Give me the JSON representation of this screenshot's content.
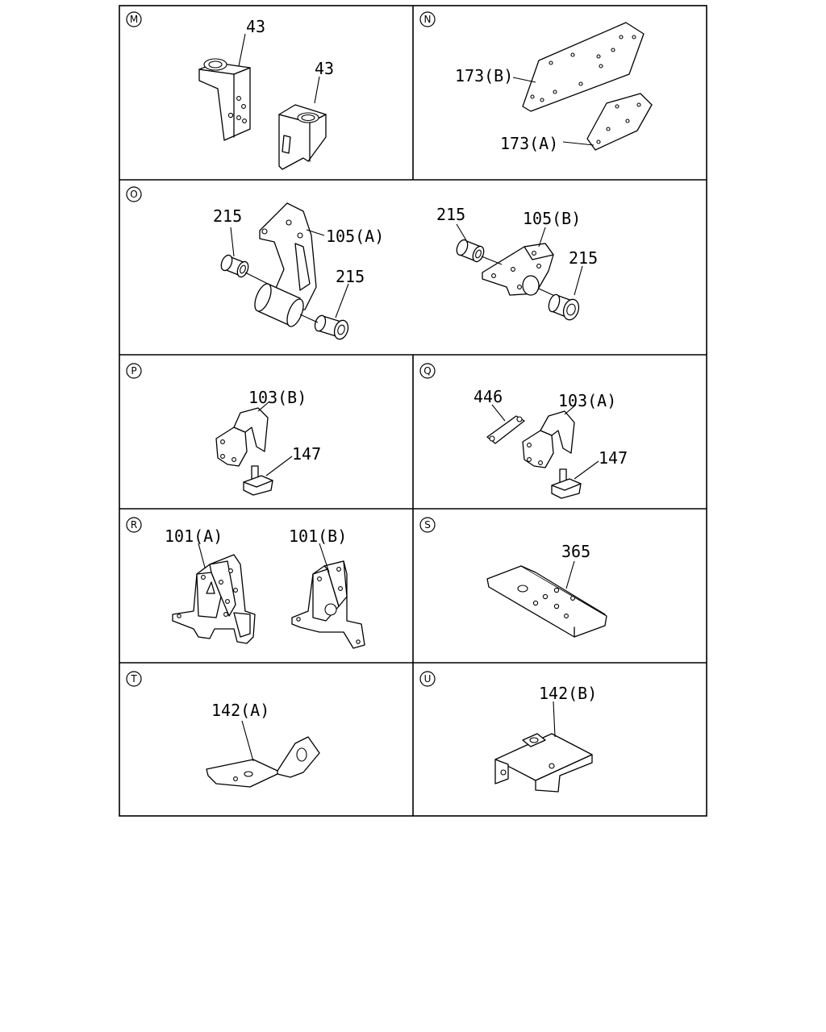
{
  "panels": {
    "M": {
      "mark": "M",
      "labels": [
        "43",
        "43"
      ]
    },
    "N": {
      "mark": "N",
      "labels": [
        "173(B)",
        "173(A)"
      ]
    },
    "O": {
      "mark": "O",
      "labels": [
        "215",
        "105(A)",
        "215",
        "215",
        "105(B)",
        "215"
      ]
    },
    "P": {
      "mark": "P",
      "labels": [
        "103(B)",
        "147"
      ]
    },
    "Q": {
      "mark": "Q",
      "labels": [
        "446",
        "103(A)",
        "147"
      ]
    },
    "R": {
      "mark": "R",
      "labels": [
        "101(A)",
        "101(B)"
      ]
    },
    "S": {
      "mark": "S",
      "labels": [
        "365"
      ]
    },
    "T": {
      "mark": "T",
      "labels": [
        "142(A)"
      ]
    },
    "U": {
      "mark": "U",
      "labels": [
        "142(B)"
      ]
    }
  }
}
